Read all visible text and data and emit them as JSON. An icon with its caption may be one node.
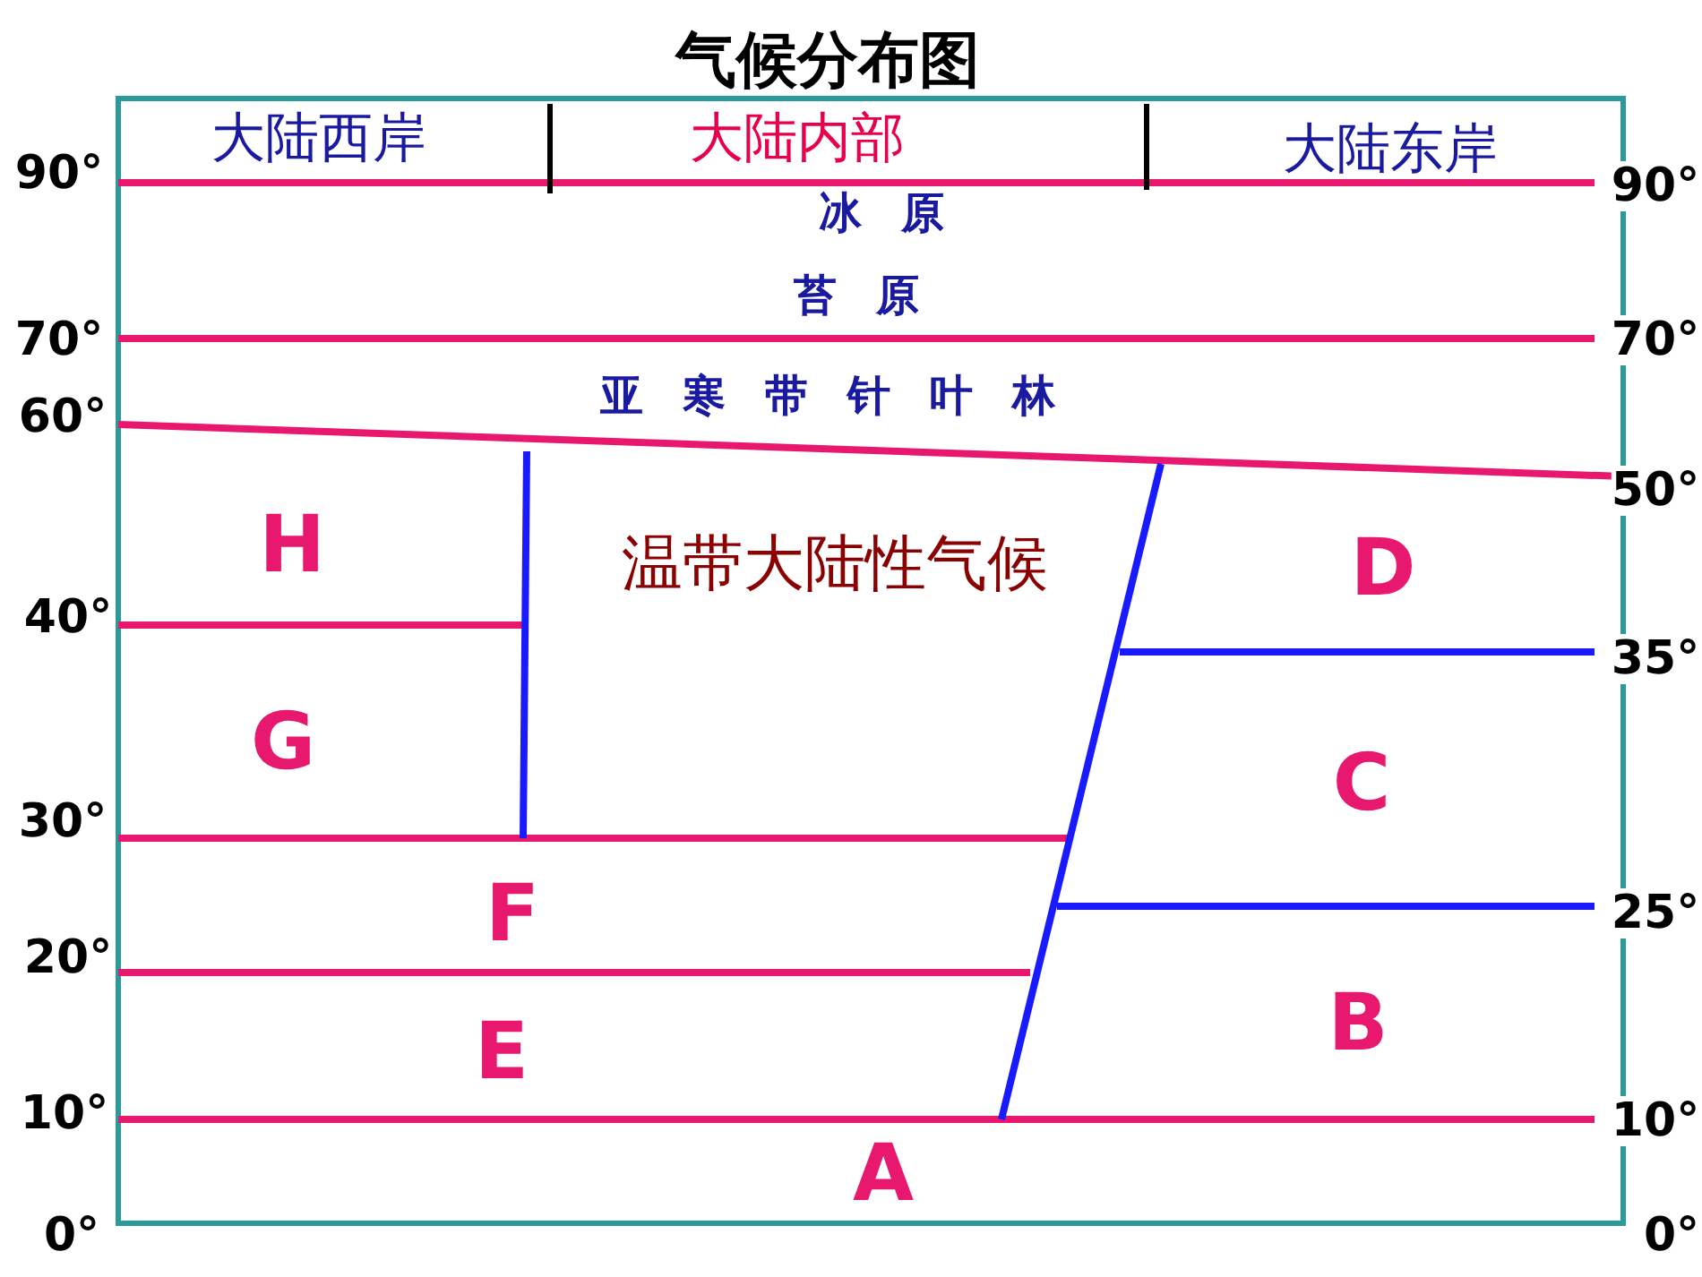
{
  "diagram": {
    "title": "气候分布图",
    "labels": [
      "大陆西岸",
      "大陆内部",
      "大陆东岸",
      "90°",
      "90°",
      "冰原",
      "苔原",
      "70°",
      "70°",
      "亚寒带针叶林",
      "60°",
      "50°",
      "H",
      "温带大陆性气候",
      "D",
      "40°",
      "35°",
      "G",
      "C",
      "30°",
      "F",
      "25°",
      "20°",
      "B",
      "E",
      "10°",
      "10°",
      "A",
      "0°",
      "0°"
    ]
  }
}
